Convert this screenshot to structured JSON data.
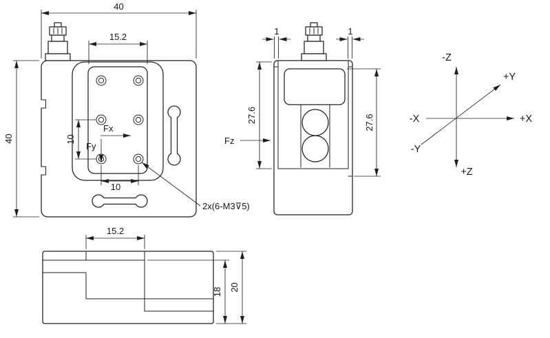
{
  "front_view": {
    "dim_width_top": "40",
    "dim_height_left": "40",
    "dim_plate_width": "15.2",
    "dim_hole_pitch_vertical": "10",
    "dim_hole_pitch_horizontal": "10",
    "label_fx": "Fx",
    "label_fy": "Fy",
    "thread_note": "2x(6-M3⊽5)"
  },
  "side_view": {
    "dim_lip_left": "1",
    "dim_lip_right": "1",
    "dim_height_left": "27.6",
    "dim_height_right": "27.6",
    "label_fz": "Fz"
  },
  "bottom_view": {
    "dim_plate_width": "15.2",
    "dim_inner_height": "18",
    "dim_total_height": "20"
  },
  "axes": {
    "neg_z": "-Z",
    "pos_z": "+Z",
    "neg_x": "-X",
    "pos_x": "+X",
    "neg_y": "-Y",
    "pos_y": "+Y"
  },
  "colors": {
    "line": "#1f1f1f",
    "background": "#ffffff"
  }
}
